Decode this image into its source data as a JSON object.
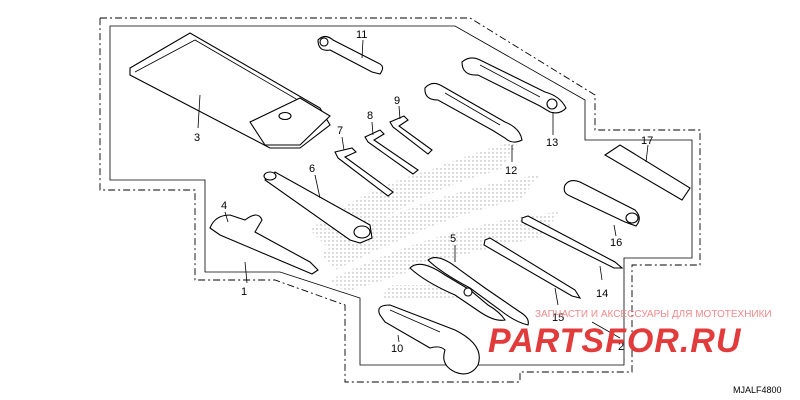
{
  "diagram": {
    "callouts": [
      "1",
      "2",
      "3",
      "4",
      "5",
      "6",
      "7",
      "8",
      "9",
      "10",
      "11",
      "12",
      "13",
      "14",
      "15",
      "16",
      "17"
    ],
    "drawing_code": "MJALF4800",
    "watermark": {
      "caption": "ЗАПЧАСТИ И АКСЕССУАРЫ ДЛЯ МОТОТЕХНИКИ",
      "brand": "PARTSFOR.RU",
      "color": "#e23b3b"
    }
  }
}
